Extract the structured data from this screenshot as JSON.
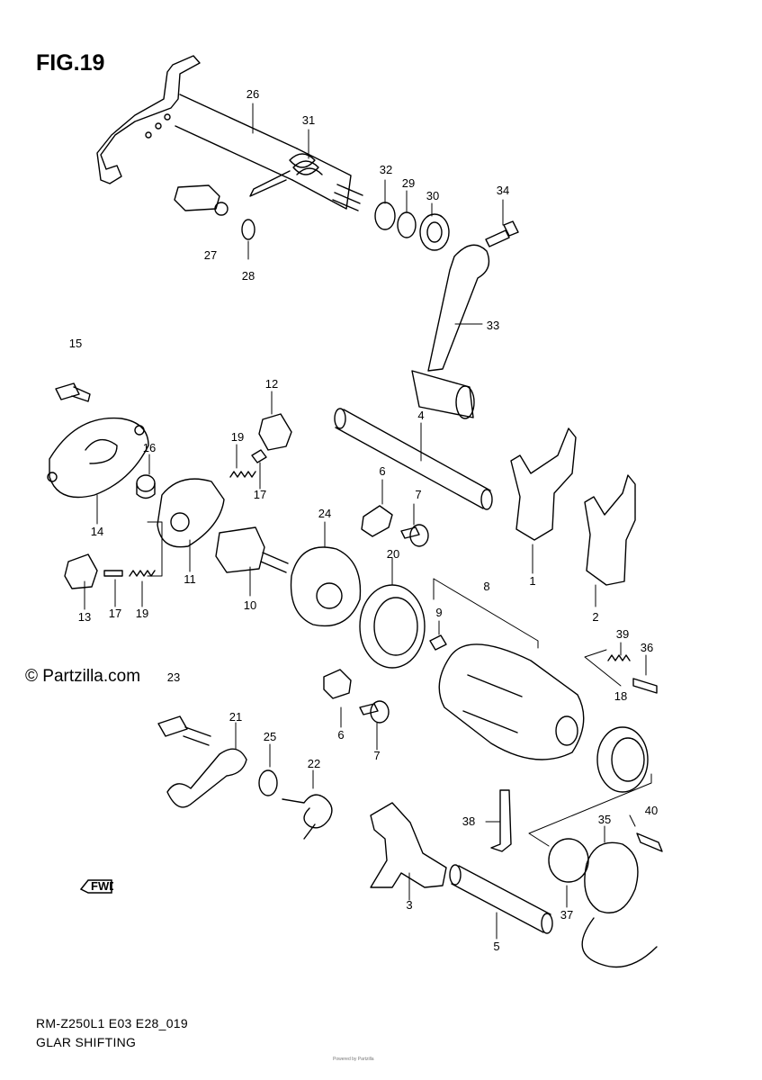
{
  "figure": {
    "title": "FIG.19",
    "watermark": "© Partzilla.com",
    "footer_line1": "RM-Z250L1 E03 E28_019",
    "footer_line2": "GLAR SHIFTING",
    "fwd_badge": "FWD",
    "fine_print": "Powered by Partzilla"
  },
  "callouts": [
    {
      "id": "c26",
      "label": "26"
    },
    {
      "id": "c31",
      "label": "31"
    },
    {
      "id": "c32",
      "label": "32"
    },
    {
      "id": "c29",
      "label": "29"
    },
    {
      "id": "c30",
      "label": "30"
    },
    {
      "id": "c34",
      "label": "34"
    },
    {
      "id": "c27",
      "label": "27"
    },
    {
      "id": "c28",
      "label": "28"
    },
    {
      "id": "c33",
      "label": "33"
    },
    {
      "id": "c15",
      "label": "15"
    },
    {
      "id": "c12",
      "label": "12"
    },
    {
      "id": "c4",
      "label": "4"
    },
    {
      "id": "c16",
      "label": "16"
    },
    {
      "id": "c19a",
      "label": "19"
    },
    {
      "id": "c17a",
      "label": "17"
    },
    {
      "id": "c6a",
      "label": "6"
    },
    {
      "id": "c7a",
      "label": "7"
    },
    {
      "id": "c24",
      "label": "24"
    },
    {
      "id": "c14",
      "label": "14"
    },
    {
      "id": "c11",
      "label": "11"
    },
    {
      "id": "c20",
      "label": "20"
    },
    {
      "id": "c1",
      "label": "1"
    },
    {
      "id": "c8",
      "label": "8"
    },
    {
      "id": "c10",
      "label": "10"
    },
    {
      "id": "c13",
      "label": "13"
    },
    {
      "id": "c17b",
      "label": "17"
    },
    {
      "id": "c19b",
      "label": "19"
    },
    {
      "id": "c9",
      "label": "9"
    },
    {
      "id": "c2",
      "label": "2"
    },
    {
      "id": "c39",
      "label": "39"
    },
    {
      "id": "c36",
      "label": "36"
    },
    {
      "id": "c23",
      "label": "23"
    },
    {
      "id": "c18",
      "label": "18"
    },
    {
      "id": "c21",
      "label": "21"
    },
    {
      "id": "c25",
      "label": "25"
    },
    {
      "id": "c6b",
      "label": "6"
    },
    {
      "id": "c7b",
      "label": "7"
    },
    {
      "id": "c22",
      "label": "22"
    },
    {
      "id": "c40",
      "label": "40"
    },
    {
      "id": "c35",
      "label": "35"
    },
    {
      "id": "c38",
      "label": "38"
    },
    {
      "id": "c3",
      "label": "3"
    },
    {
      "id": "c37",
      "label": "37"
    },
    {
      "id": "c5",
      "label": "5"
    }
  ]
}
